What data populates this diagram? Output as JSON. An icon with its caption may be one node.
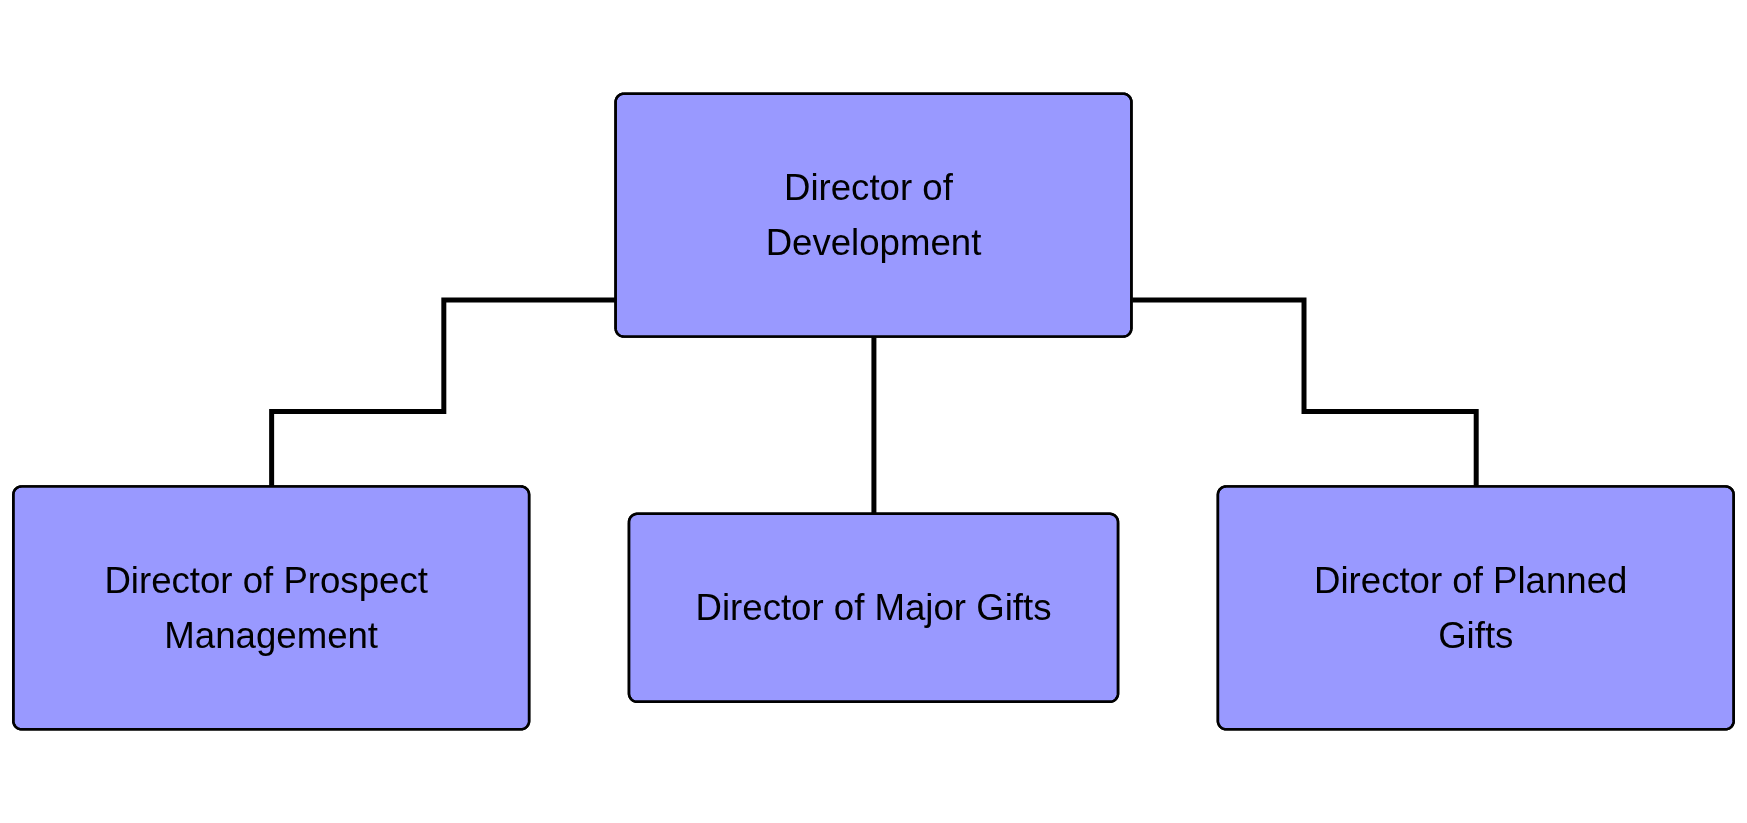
{
  "diagram": {
    "nodes": [
      {
        "text": [
          "Director of Development"
        ]
      },
      {
        "text": [
          "Director of Prospect Management"
        ]
      },
      {
        "text": [
          "Director of Major Gifts"
        ]
      },
      {
        "text": [
          "Director of Planned Gifts"
        ]
      }
    ],
    "edges": [
      {
        "from": 0,
        "to": 1,
        "arrow": "none"
      },
      {
        "from": 0,
        "to": 2,
        "arrow": "none"
      },
      {
        "from": 0,
        "to": 3,
        "arrow": "none"
      }
    ]
  }
}
